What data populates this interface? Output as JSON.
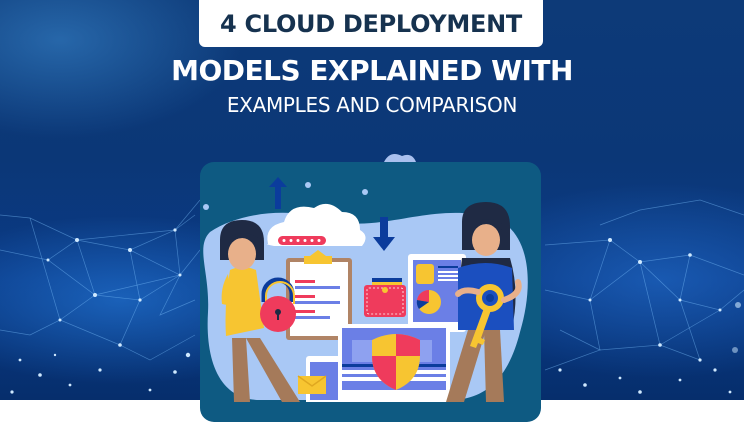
{
  "title": {
    "line1": "4 CLOUD DEPLOYMENT",
    "line2": "MODELS EXPLAINED WITH",
    "line3": "EXAMPLES AND COMPARISON"
  },
  "colors": {
    "background": "#0b3777",
    "title_box": "#ffffff",
    "title_box_text": "#16324f",
    "card": "#0e5a82",
    "accent_red": "#ef3b5c",
    "accent_yellow": "#f7c531",
    "accent_periwinkle": "#6b7fe6",
    "light_blue_blob": "#a9c8f5"
  },
  "illustration": {
    "icons": [
      "cloud-icon",
      "password-field-icon",
      "upload-arrow-icon",
      "download-arrow-icon",
      "clipboard-icon",
      "wallet-icon",
      "tablet-dashboard-icon",
      "pie-chart-icon",
      "padlock-icon",
      "key-icon",
      "shield-icon",
      "monitor-icon",
      "phone-icon",
      "envelope-icon"
    ],
    "people": [
      "woman-with-padlock",
      "woman-with-key"
    ]
  }
}
